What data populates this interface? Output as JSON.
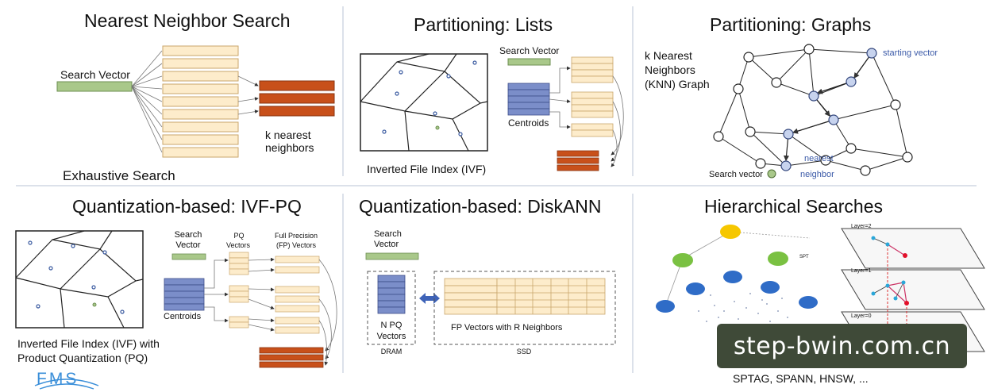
{
  "titles": {
    "nns": "Nearest Neighbor Search",
    "lists": "Partitioning: Lists",
    "graphs": "Partitioning: Graphs",
    "ivfpq": "Quantization-based: IVF-PQ",
    "diskann": "Quantization-based: DiskANN",
    "hier": "Hierarchical Searches"
  },
  "nns": {
    "search_vector": "Search Vector",
    "k_nearest": "k nearest",
    "neighbors": "neighbors",
    "exhaustive": "Exhaustive Search"
  },
  "lists": {
    "search_vector": "Search Vector",
    "centroids": "Centroids",
    "ivf": "Inverted File Index (IVF)"
  },
  "graphs": {
    "knn_line1": "k Nearest",
    "knn_line2": "Neighbors",
    "knn_line3": "(KNN) Graph",
    "starting_vector": "starting vector",
    "nearest": "nearest",
    "neighbor": "neighbor",
    "search_vector": "Search vector"
  },
  "ivfpq": {
    "search": "Search",
    "vector": "Vector",
    "pq": "PQ",
    "vectors": "Vectors",
    "full_precision": "Full Precision",
    "fp_vectors": "(FP) Vectors",
    "centroids": "Centroids",
    "caption_line1": "Inverted File Index (IVF) with",
    "caption_line2": "Product Quantization (PQ)",
    "logo": "FMS"
  },
  "diskann": {
    "search": "Search",
    "vector": "Vector",
    "npq": "N PQ",
    "vectors": "Vectors",
    "dram": "DRAM",
    "fp_neighbors": "FP Vectors with R Neighbors",
    "ssd": "SSD"
  },
  "hier": {
    "spt": "SPT",
    "layer2": "Layer=2",
    "layer1": "Layer=1",
    "layer0": "Layer=0",
    "caption": "SPTAG, SPANN, HNSW, ..."
  },
  "watermark": "step-bwin.com.cn",
  "colors": {
    "bar_fill": "#fdeccb",
    "bar_stroke": "#c9a66b",
    "green": "#a9c88a",
    "orange": "#c8501a",
    "blue_bar": "#7b8ec9",
    "node_blue": "#c7d3ee",
    "hier_green": "#7ac142",
    "hier_yellow": "#f6c700",
    "hier_blue": "#2f6cc7",
    "divider": "#b9c3d6"
  }
}
